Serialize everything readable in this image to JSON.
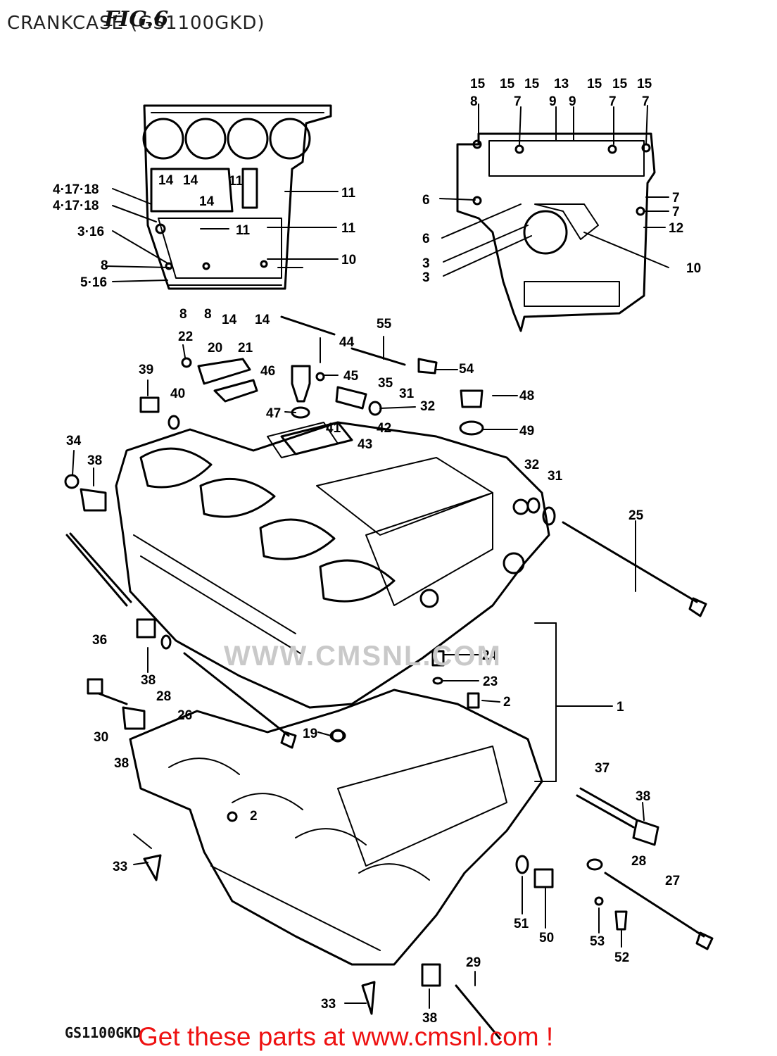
{
  "title": "CRANKCASE (GS1100GKD)",
  "figure_label": "FIG.6",
  "model_code": "GS1100GKD",
  "watermark_text": "WWW.CMSNL.COM",
  "promo_text": "Get these parts at www.cmsnl.com !",
  "colors": {
    "line": "#000000",
    "promo": "#ee1111",
    "watermark": "#c9c9c9"
  },
  "callouts": {
    "top_left": [
      "4·17·18",
      "4·17·18",
      "3·16",
      "8",
      "5·16",
      "8",
      "8",
      "14",
      "14",
      "14",
      "14",
      "14",
      "11",
      "11",
      "11",
      "11",
      "10"
    ],
    "top_right": [
      "15",
      "15",
      "15",
      "13",
      "15",
      "15",
      "15",
      "8",
      "7",
      "9",
      "9",
      "7",
      "7",
      "6",
      "6",
      "3",
      "3",
      "7",
      "7",
      "12",
      "10"
    ],
    "main": [
      "55",
      "44",
      "22",
      "20",
      "21",
      "54",
      "39",
      "46",
      "45",
      "35",
      "31",
      "40",
      "48",
      "47",
      "32",
      "41",
      "42",
      "49",
      "43",
      "34",
      "38",
      "32",
      "31",
      "25",
      "36",
      "38",
      "28",
      "24",
      "23",
      "2",
      "1",
      "26",
      "30",
      "19",
      "38",
      "2",
      "37",
      "38",
      "28",
      "33",
      "27",
      "51",
      "50",
      "53",
      "52",
      "29",
      "33",
      "38"
    ]
  }
}
